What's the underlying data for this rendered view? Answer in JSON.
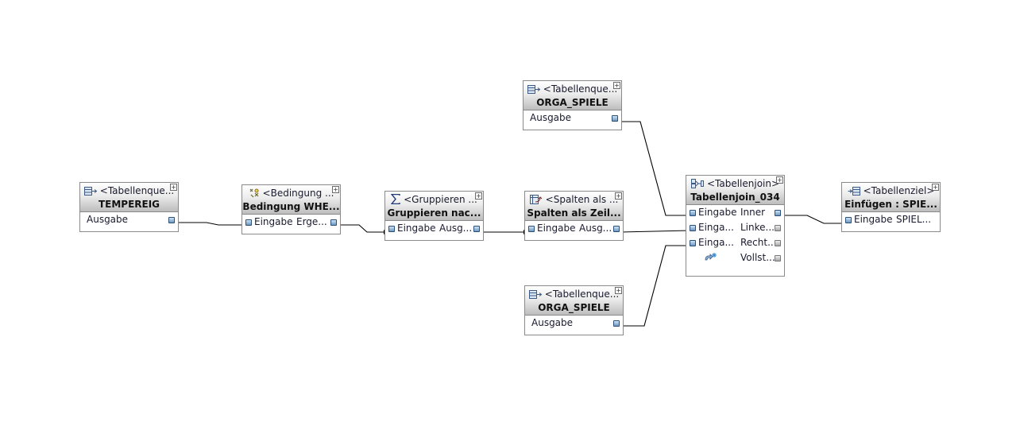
{
  "nodes": [
    {
      "id": "quelle1",
      "type": "<Tabellenque...",
      "name": "TEMPEREIG",
      "icon": "table-source-icon",
      "rows": [
        {
          "in": "",
          "out": "Ausgabe",
          "in_port": false,
          "out_port": true
        }
      ]
    },
    {
      "id": "bedingung",
      "type": "<Bedingung ...",
      "name": "Bedingung WHE...",
      "icon": "condition-icon",
      "rows": [
        {
          "in": "Eingabe",
          "out": "Erge...",
          "in_port": true,
          "out_port": true
        }
      ]
    },
    {
      "id": "gruppieren",
      "type": "<Gruppieren ...",
      "name": "Gruppieren nac...",
      "icon": "sigma-icon",
      "rows": [
        {
          "in": "Eingabe",
          "out": "Ausg...",
          "in_port": true,
          "out_port": true
        }
      ]
    },
    {
      "id": "spalten",
      "type": "<Spalten als ...",
      "name": "Spalten als Zeil...",
      "icon": "columns-to-rows-icon",
      "rows": [
        {
          "in": "Eingabe",
          "out": "Ausg...",
          "in_port": true,
          "out_port": true
        }
      ]
    },
    {
      "id": "quelle2",
      "type": "<Tabellenque...",
      "name": "ORGA_SPIELE",
      "icon": "table-source-icon",
      "rows": [
        {
          "in": "",
          "out": "Ausgabe",
          "in_port": false,
          "out_port": true
        }
      ]
    },
    {
      "id": "quelle3",
      "type": "<Tabellenque...",
      "name": "ORGA_SPIELE",
      "icon": "table-source-icon",
      "rows": [
        {
          "in": "",
          "out": "Ausgabe",
          "in_port": false,
          "out_port": true
        }
      ]
    },
    {
      "id": "join",
      "type": "<Tabellenjoin>",
      "name": "Tabellenjoin_034",
      "icon": "table-join-icon",
      "rows": [
        {
          "in": "Eingabe",
          "out": "Inner",
          "in_port": true,
          "out_port": true
        },
        {
          "in": "Einga...",
          "out": "Linke...",
          "in_port": true,
          "out_port": true
        },
        {
          "in": "Einga...",
          "out": "Recht...",
          "in_port": true,
          "out_port": true
        },
        {
          "in": "",
          "out": "Vollst...",
          "in_port": false,
          "out_port": true,
          "extra_icon": "add-input-icon"
        }
      ]
    },
    {
      "id": "ziel",
      "type": "<Tabellenziel>",
      "name": "Einfügen : SPIE...",
      "icon": "table-target-icon",
      "rows": [
        {
          "in": "Eingabe",
          "out": "SPIEL...",
          "in_port": true,
          "out_port": false
        }
      ]
    }
  ]
}
